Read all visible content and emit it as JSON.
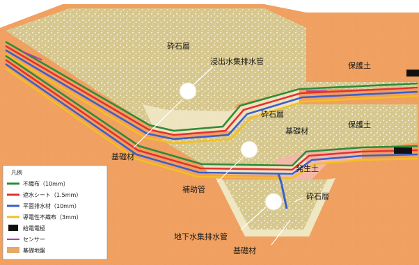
{
  "labels": {
    "gravel_top": "砕石層",
    "leachate_pipe": "浸出水集排水管",
    "protect_soil_upper": "保護土",
    "protect_soil_lower": "保護土",
    "gravel_mid": "砕石層",
    "base_material_mid": "基礎材",
    "base_material_left": "基礎材",
    "generated_soil": "発生土",
    "auxiliary_pipe": "補助管",
    "gravel_bottom": "砕石層",
    "groundwater_pipe": "地下水集排水管",
    "base_material_bottom": "基礎材"
  },
  "legend": {
    "title": "凡例",
    "items": [
      {
        "label": "不織布（10mm）",
        "color": "#2e8b3a",
        "kind": "line"
      },
      {
        "label": "遮水シート（1.5mm）",
        "color": "#e53030",
        "kind": "line"
      },
      {
        "label": "平面排水材（10mm）",
        "color": "#3a5fc8",
        "kind": "line"
      },
      {
        "label": "導電性不織布（3mm）",
        "color": "#f2c020",
        "kind": "line"
      },
      {
        "label": "給電電極",
        "color": "#111111",
        "kind": "block"
      },
      {
        "label": "センサー",
        "color": "#b03ab0",
        "kind": "line"
      },
      {
        "label": "基礎地盤",
        "color": "#e8a868",
        "kind": "swatch"
      }
    ]
  },
  "colors": {
    "ground": "#f0a060",
    "gravel": "#d8c890",
    "base_material": "#efe6c2",
    "generated_soil": "#f3b8a8",
    "nonwoven": "#2e8b3a",
    "sheet": "#e53030",
    "drain": "#3a5fc8",
    "conductive": "#f2c020",
    "sensor": "#b03ab0",
    "electrode": "#111111"
  }
}
